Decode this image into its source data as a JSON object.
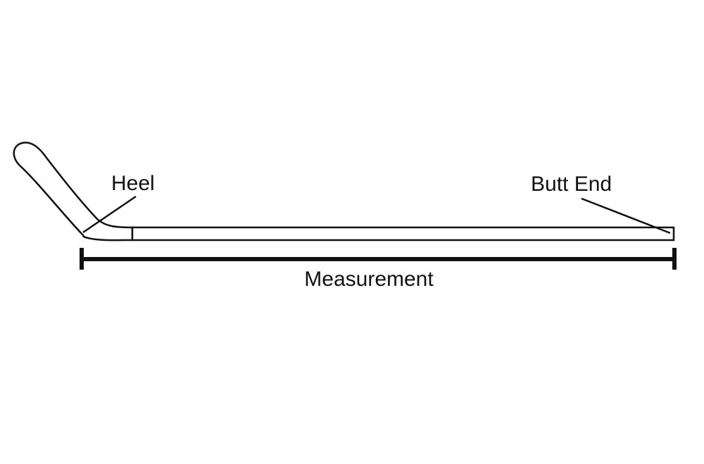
{
  "labels": {
    "heel": "Heel",
    "butt_end": "Butt End",
    "measurement": "Measurement"
  },
  "colors": {
    "ink": "#111111",
    "background": "#ffffff"
  }
}
